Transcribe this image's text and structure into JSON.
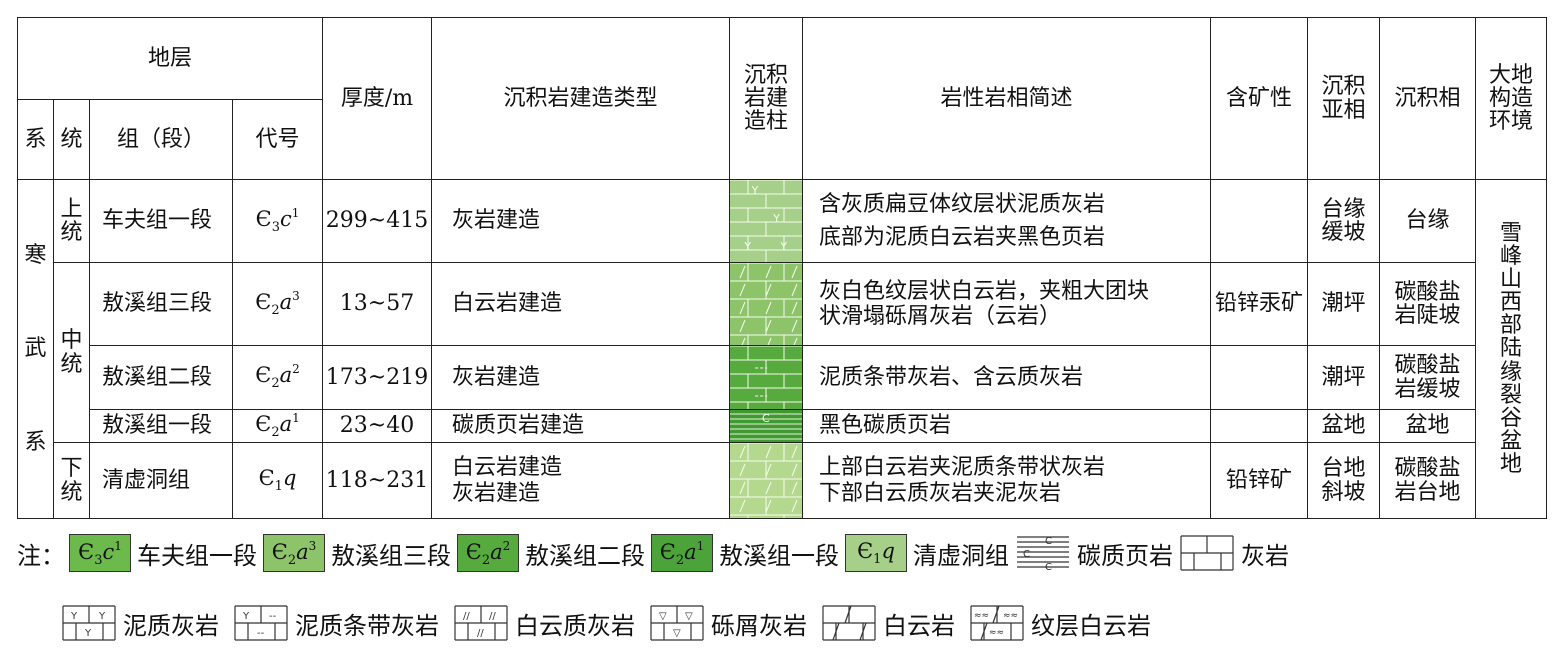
{
  "headers": {
    "stratum": "地层",
    "system": "系",
    "series": "统",
    "formation": "组（段）",
    "code": "代号",
    "thickness": "厚度/m",
    "construction_type": "沉积岩建造类型",
    "column": [
      "沉积",
      "岩建",
      "造柱"
    ],
    "lithology": "岩性岩相简述",
    "ore": "含矿性",
    "subfacies": [
      "沉积",
      "亚相"
    ],
    "facies": "沉积相",
    "tectonic": [
      "大地",
      "构造",
      "环境"
    ]
  },
  "system": [
    "寒",
    "武",
    "系"
  ],
  "series": {
    "upper": [
      "上",
      "统"
    ],
    "middle": [
      "中",
      "统"
    ],
    "lower": [
      "下",
      "统"
    ]
  },
  "rows": [
    {
      "formation": "车夫组一段",
      "code": {
        "base": "Є",
        "sub": "3",
        "letter": "c",
        "sup": "1"
      },
      "thickness": "299~415",
      "type": [
        "灰岩建造"
      ],
      "lithology": [
        "含灰质扁豆体纹层状泥质灰岩",
        "底部为泥质白云岩夹黑色页岩"
      ],
      "ore": "",
      "subfacies": [
        "台缘",
        "缓坡"
      ],
      "facies": [
        "台缘"
      ],
      "fill": "#a6d089"
    },
    {
      "formation": "敖溪组三段",
      "code": {
        "base": "Є",
        "sub": "2",
        "letter": "a",
        "sup": "3"
      },
      "thickness": "13~57",
      "type": [
        "白云岩建造"
      ],
      "lithology": [
        "灰白色纹层状白云岩，夹粗大团块",
        "状滑塌砾屑灰岩（云岩）"
      ],
      "ore": "铅锌汞矿",
      "subfacies": [
        "潮坪"
      ],
      "facies": [
        "碳酸盐",
        "岩陡坡"
      ],
      "fill": "#8dc46a"
    },
    {
      "formation": "敖溪组二段",
      "code": {
        "base": "Є",
        "sub": "2",
        "letter": "a",
        "sup": "2"
      },
      "thickness": "173~219",
      "type": [
        "灰岩建造"
      ],
      "lithology": [
        "泥质条带灰岩、含云质灰岩"
      ],
      "ore": "",
      "subfacies": [
        "潮坪"
      ],
      "facies": [
        "碳酸盐",
        "岩缓坡"
      ],
      "fill": "#56aa3e"
    },
    {
      "formation": "敖溪组一段",
      "code": {
        "base": "Є",
        "sub": "2",
        "letter": "a",
        "sup": "1"
      },
      "thickness": "23~40",
      "type": [
        "碳质页岩建造"
      ],
      "lithology": [
        "黑色碳质页岩"
      ],
      "ore": "",
      "subfacies": [
        "盆地"
      ],
      "facies": [
        "盆地"
      ],
      "fill": "#3f9a30"
    },
    {
      "formation": "清虚洞组",
      "code": {
        "base": "Є",
        "sub": "1",
        "letter": "q",
        "sup": ""
      },
      "thickness": "118~231",
      "type": [
        "白云岩建造",
        "灰岩建造"
      ],
      "lithology": [
        "上部白云岩夹泥质条带状灰岩",
        "下部白云质灰岩夹泥灰岩"
      ],
      "ore": "铅锌矿",
      "subfacies": [
        "台地",
        "斜坡"
      ],
      "facies": [
        "碳酸盐",
        "岩台地"
      ],
      "fill": "#b5d88f"
    }
  ],
  "tectonic_env": [
    "雪",
    "峰",
    "山",
    "西",
    "部",
    "陆",
    "缘",
    "裂",
    "谷",
    "盆",
    "地"
  ],
  "legend": {
    "note": "注：",
    "units": [
      {
        "code": {
          "base": "Є",
          "sub": "3",
          "letter": "c",
          "sup": "1"
        },
        "label": "车夫组一段",
        "fill": "#6cba4c"
      },
      {
        "code": {
          "base": "Є",
          "sub": "2",
          "letter": "a",
          "sup": "3"
        },
        "label": "敖溪组三段",
        "fill": "#8dc46a"
      },
      {
        "code": {
          "base": "Є",
          "sub": "2",
          "letter": "a",
          "sup": "2"
        },
        "label": "敖溪组二段",
        "fill": "#56aa3e"
      },
      {
        "code": {
          "base": "Є",
          "sub": "2",
          "letter": "a",
          "sup": "1"
        },
        "label": "敖溪组一段",
        "fill": "#4ba33a"
      },
      {
        "code": {
          "base": "Є",
          "sub": "1",
          "letter": "q",
          "sup": ""
        },
        "label": "清虚洞组",
        "fill": "#a6d089"
      }
    ],
    "patterns_row1": [
      {
        "pattern": "carbon-shale",
        "label": "碳质页岩"
      },
      {
        "pattern": "limestone",
        "label": "灰岩"
      }
    ],
    "patterns_row2": [
      {
        "pattern": "argillaceous-limestone",
        "label": "泥质灰岩"
      },
      {
        "pattern": "banded-limestone",
        "label": "泥质条带灰岩"
      },
      {
        "pattern": "dolomitic-limestone",
        "label": "白云质灰岩"
      },
      {
        "pattern": "brecciated-limestone",
        "label": "砾屑灰岩"
      },
      {
        "pattern": "dolomite",
        "label": "白云岩"
      },
      {
        "pattern": "laminated-dolomite",
        "label": "纹层白云岩"
      }
    ],
    "carbon_mark": "C"
  }
}
